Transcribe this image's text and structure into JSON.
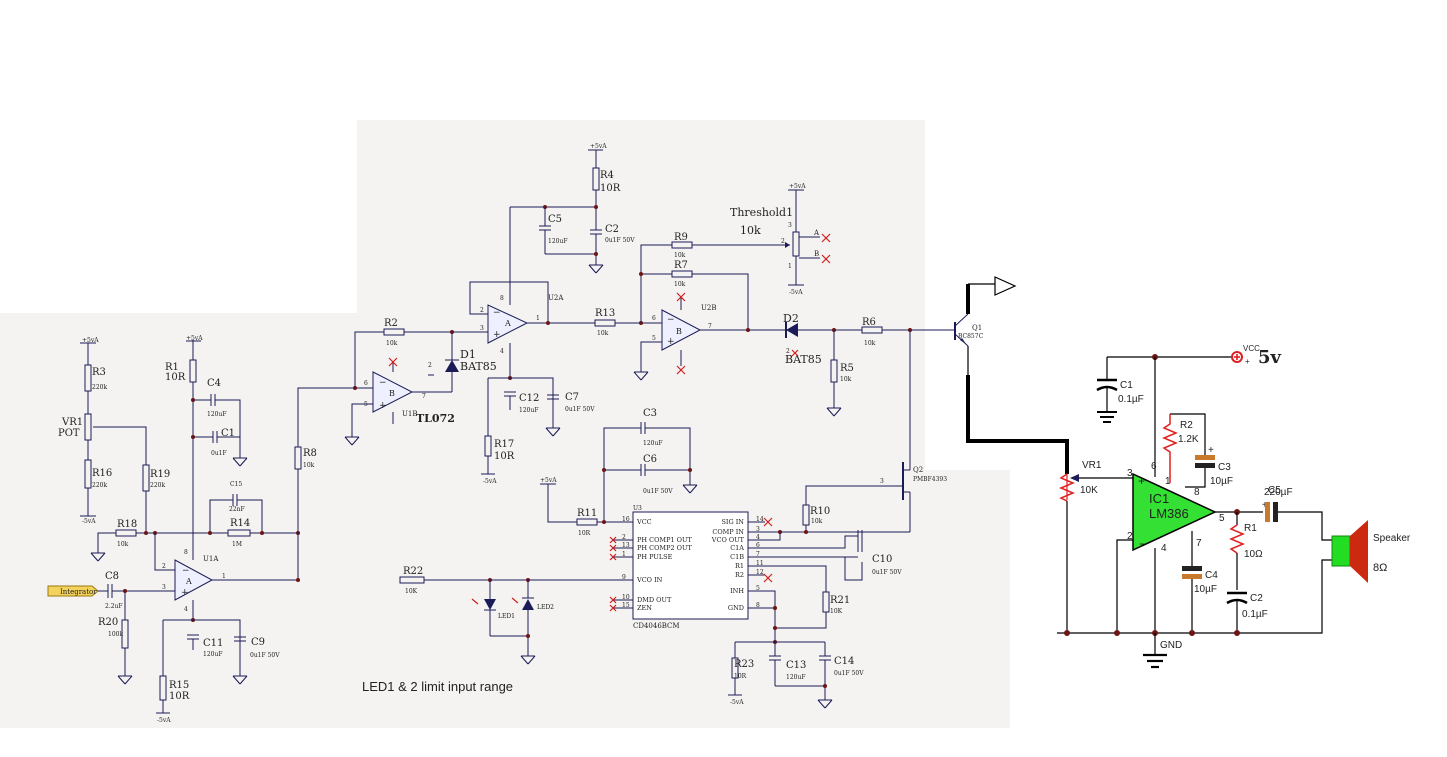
{
  "colors": {
    "background": "#ffffff",
    "sheet": "#f4f3f1",
    "wire": "#1b1b57",
    "junction": "#6b1515",
    "ic_fill": "#33e033",
    "no_connect": "#d02020",
    "vcc_marker": "#e02020",
    "speaker": "#cc2a10",
    "speaker_coil": "#22dd22",
    "cap_band": "#c8792a"
  },
  "left_circuit": {
    "supplies": {
      "pos": "+5vA",
      "neg": "-5vA"
    },
    "input_port": "Integrator",
    "note": "LED1 & 2 limit input range",
    "threshold_label": "Threshold1",
    "threshold_value": "10k",
    "pot_pins": {
      "a": "A",
      "b": "B"
    },
    "components": {
      "R1": {
        "ref": "R1",
        "value": "10R"
      },
      "R2": {
        "ref": "R2",
        "value": "10k"
      },
      "R3": {
        "ref": "R3",
        "value": "220k"
      },
      "R4": {
        "ref": "R4",
        "value": "10R"
      },
      "R5": {
        "ref": "R5",
        "value": "10k"
      },
      "R6": {
        "ref": "R6",
        "value": "10k"
      },
      "R7": {
        "ref": "R7",
        "value": "10k"
      },
      "R8": {
        "ref": "R8",
        "value": "10k"
      },
      "R9": {
        "ref": "R9",
        "value": "10k"
      },
      "R10": {
        "ref": "R10",
        "value": "10k"
      },
      "R11": {
        "ref": "R11",
        "value": "10R"
      },
      "R13": {
        "ref": "R13",
        "value": "10k"
      },
      "R14": {
        "ref": "R14",
        "value": "1M"
      },
      "R15": {
        "ref": "R15",
        "value": "10R"
      },
      "R16": {
        "ref": "R16",
        "value": "220k"
      },
      "R17": {
        "ref": "R17",
        "value": "10R"
      },
      "R18": {
        "ref": "R18",
        "value": "10k"
      },
      "R19": {
        "ref": "R19",
        "value": "220k"
      },
      "R20": {
        "ref": "R20",
        "value": "100k"
      },
      "R21": {
        "ref": "R21",
        "value": "10K"
      },
      "R22": {
        "ref": "R22",
        "value": "10K"
      },
      "R23": {
        "ref": "R23",
        "value": "10R"
      },
      "VR1": {
        "ref": "VR1",
        "value": "POT"
      },
      "C1": {
        "ref": "C1",
        "value": "0u1F"
      },
      "C2": {
        "ref": "C2",
        "value": "0u1F 50V"
      },
      "C3": {
        "ref": "C3",
        "value": "120uF"
      },
      "C4": {
        "ref": "C4",
        "value": "120uF"
      },
      "C5": {
        "ref": "C5",
        "value": "120uF"
      },
      "C6": {
        "ref": "C6",
        "value": "0u1F 50V"
      },
      "C7": {
        "ref": "C7",
        "value": "0u1F 50V"
      },
      "C8": {
        "ref": "C8",
        "value": "2.2uF"
      },
      "C9": {
        "ref": "C9",
        "value": "0u1F 50V"
      },
      "C10": {
        "ref": "C10",
        "value": "0u1F 50V"
      },
      "C11": {
        "ref": "C11",
        "value": "120uF"
      },
      "C12": {
        "ref": "C12",
        "value": "120uF"
      },
      "C13": {
        "ref": "C13",
        "value": "120uF"
      },
      "C14": {
        "ref": "C14",
        "value": "0u1F 50V"
      },
      "C15": {
        "ref": "C15",
        "value": "22nF"
      },
      "D1": {
        "ref": "D1",
        "value": "BAT85"
      },
      "D2": {
        "ref": "D2",
        "value": "BAT85"
      },
      "Q1": {
        "ref": "Q1",
        "value": "BC857C"
      },
      "Q2": {
        "ref": "Q2",
        "value": "PMBF4393"
      },
      "LED1": {
        "ref": "LED1"
      },
      "LED2": {
        "ref": "LED2"
      },
      "U1A": {
        "ref": "U1A",
        "unit": "A"
      },
      "U1B": {
        "ref": "U1B",
        "unit": "B",
        "value": "TL072"
      },
      "U2A": {
        "ref": "U2A",
        "unit": "A"
      },
      "U2B": {
        "ref": "U2B",
        "unit": "B"
      }
    },
    "u3": {
      "ref": "U3",
      "part": "CD4046BCM",
      "left_pins": [
        {
          "num": "16",
          "name": "VCC"
        },
        {
          "num": "2",
          "name": "PH COMP1 OUT"
        },
        {
          "num": "13",
          "name": "PH COMP2 OUT"
        },
        {
          "num": "1",
          "name": "PH PULSE"
        },
        {
          "num": "9",
          "name": "VCO IN"
        },
        {
          "num": "10",
          "name": "DMD OUT"
        },
        {
          "num": "15",
          "name": "ZEN"
        }
      ],
      "right_pins": [
        {
          "num": "14",
          "name": "SIG IN"
        },
        {
          "num": "3",
          "name": "COMP IN"
        },
        {
          "num": "4",
          "name": "VCO OUT"
        },
        {
          "num": "6",
          "name": "C1A"
        },
        {
          "num": "7",
          "name": "C1B"
        },
        {
          "num": "11",
          "name": "R1"
        },
        {
          "num": "12",
          "name": "R2"
        },
        {
          "num": "5",
          "name": "INH"
        },
        {
          "num": "8",
          "name": "GND"
        }
      ]
    },
    "pin_numbers": {
      "p1": "1",
      "p2": "2",
      "p3": "3",
      "p4": "4",
      "p5": "5",
      "p6": "6",
      "p7": "7",
      "p8": "8"
    }
  },
  "right_circuit": {
    "vcc_label": "VCC",
    "vcc_value": "5v",
    "gnd_label": "GND",
    "ic": {
      "ref": "IC1",
      "part": "LM386"
    },
    "pins": {
      "p1": "1",
      "p2": "2",
      "p3": "3",
      "p4": "4",
      "p5": "5",
      "p6": "6",
      "p7": "7",
      "p8": "8"
    },
    "components": {
      "C1": {
        "ref": "C1",
        "value": "0.1µF"
      },
      "R2": {
        "ref": "R2",
        "value": "1.2K"
      },
      "C3": {
        "ref": "C3",
        "value": "10µF"
      },
      "VR1": {
        "ref": "VR1",
        "value": "10K"
      },
      "C5": {
        "ref": "C5",
        "value": "220µF"
      },
      "R1": {
        "ref": "R1",
        "value": "10Ω"
      },
      "C4": {
        "ref": "C4",
        "value": "10µF"
      },
      "C2": {
        "ref": "C2",
        "value": "0.1µF"
      },
      "Speaker": {
        "ref": "Speaker",
        "value": "8Ω"
      }
    }
  }
}
